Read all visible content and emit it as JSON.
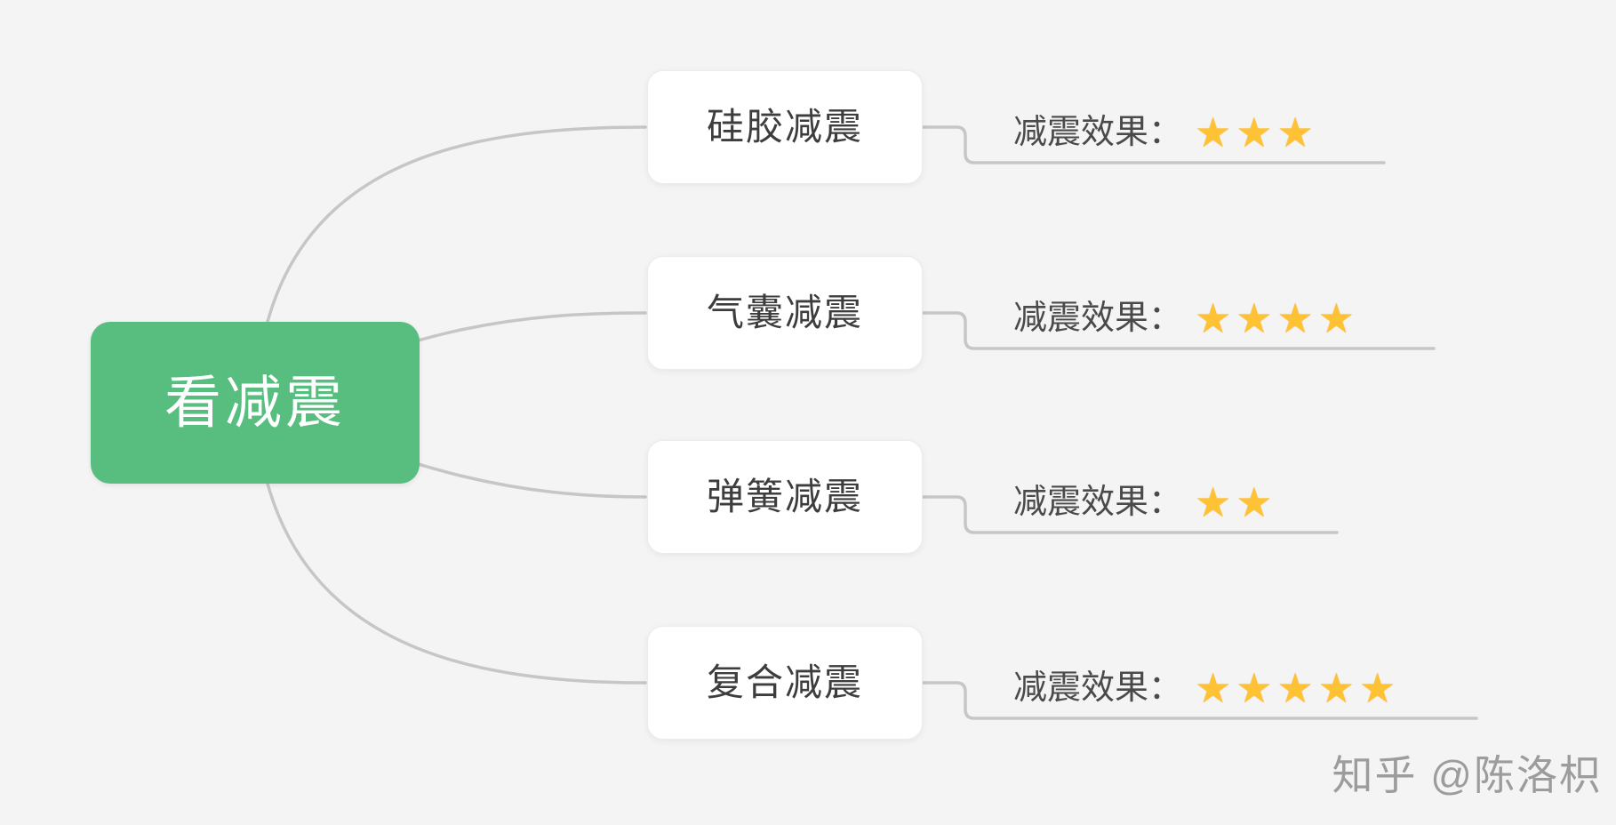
{
  "page": {
    "background_color": "#f4f4f5",
    "connector_color": "#c6c6c6"
  },
  "root": {
    "label": "看减震",
    "color": "#58be80",
    "text_color": "#ffffff"
  },
  "branches": [
    {
      "topic": "硅胶减震",
      "effect_label": "减震效果：",
      "stars": "★★★",
      "star_count": 3,
      "star_icon": "glowing-star-icon",
      "star_color": "#ffc234"
    },
    {
      "topic": "气囊减震",
      "effect_label": "减震效果：",
      "stars": "★★★★",
      "star_count": 4,
      "star_icon": "glowing-star-icon",
      "star_color": "#ffc234"
    },
    {
      "topic": "弹簧减震",
      "effect_label": "减震效果：",
      "stars": "★★",
      "star_count": 2,
      "star_icon": "glowing-star-icon",
      "star_color": "#ffc234"
    },
    {
      "topic": "复合减震",
      "effect_label": "减震效果：",
      "stars": "★★★★★",
      "star_count": 5,
      "star_icon": "glowing-star-icon",
      "star_color": "#ffc234"
    }
  ],
  "watermark": {
    "text": "知乎 @陈洛枳"
  }
}
